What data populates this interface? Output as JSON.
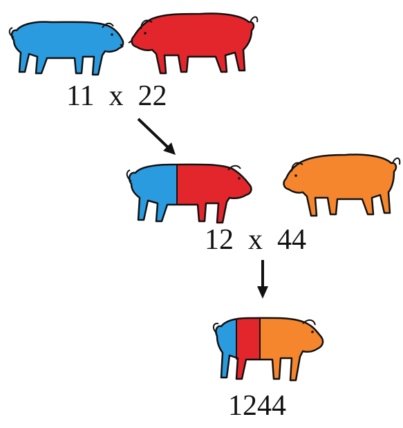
{
  "diagram": {
    "colors": {
      "blue": "#2b9be0",
      "red": "#e2262b",
      "orange": "#f5862d",
      "outline": "#111111"
    },
    "row1": {
      "label": "11  x  22",
      "pigs": [
        {
          "name": "pig-blue-parent",
          "color": "blue",
          "facing": "right",
          "parts": [
            "blue"
          ]
        },
        {
          "name": "pig-red-parent",
          "color": "red",
          "facing": "left",
          "parts": [
            "red"
          ]
        }
      ]
    },
    "row2": {
      "label": "12  x  44",
      "pigs": [
        {
          "name": "pig-blue-red-cross",
          "facing": "right",
          "parts": [
            "blue",
            "red"
          ]
        },
        {
          "name": "pig-orange-parent",
          "color": "orange",
          "facing": "left",
          "parts": [
            "orange"
          ]
        }
      ]
    },
    "row3": {
      "label": "1244",
      "pigs": [
        {
          "name": "pig-three-way-cross",
          "facing": "right",
          "parts": [
            "blue",
            "red",
            "orange"
          ]
        }
      ]
    },
    "arrows": [
      {
        "name": "arrow-diagonal",
        "direction": "down-right"
      },
      {
        "name": "arrow-down",
        "direction": "down"
      }
    ]
  }
}
